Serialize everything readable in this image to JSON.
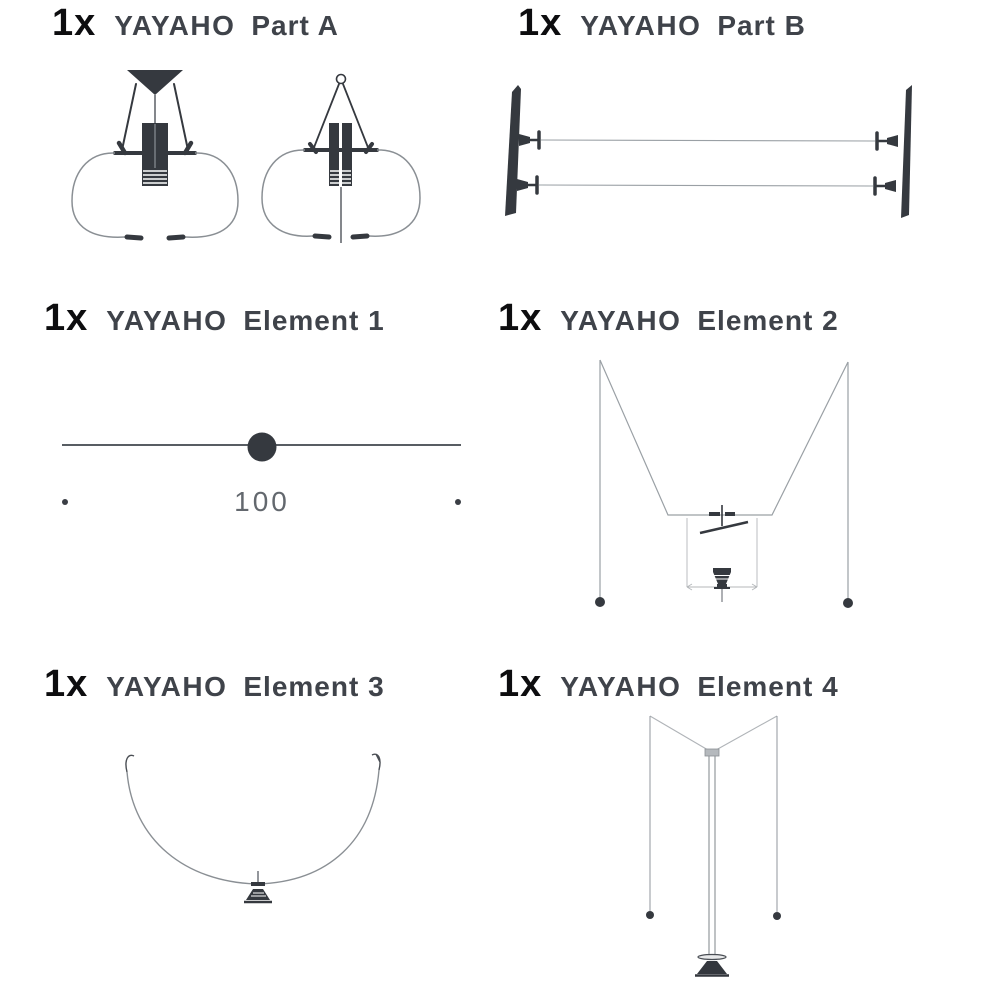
{
  "page": {
    "background": "#ffffff",
    "ink_dark": "#35393f",
    "ink_medium": "#4a4e54",
    "cable_gray": "#9aa0a5",
    "dim_gray": "#b4b7ba",
    "text_black": "#0d0d0f",
    "text_gray": "#3f434a"
  },
  "panels": [
    {
      "id": "part-a",
      "qty": "1x",
      "brand": "YAYAHO",
      "name": "Part A"
    },
    {
      "id": "part-b",
      "qty": "1x",
      "brand": "YAYAHO",
      "name": "Part B"
    },
    {
      "id": "element-1",
      "qty": "1x",
      "brand": "YAYAHO",
      "name": "Element 1",
      "dimension_label": "100"
    },
    {
      "id": "element-2",
      "qty": "1x",
      "brand": "YAYAHO",
      "name": "Element 2"
    },
    {
      "id": "element-3",
      "qty": "1x",
      "brand": "YAYAHO",
      "name": "Element 3"
    },
    {
      "id": "element-4",
      "qty": "1x",
      "brand": "YAYAHO",
      "name": "Element 4"
    }
  ]
}
